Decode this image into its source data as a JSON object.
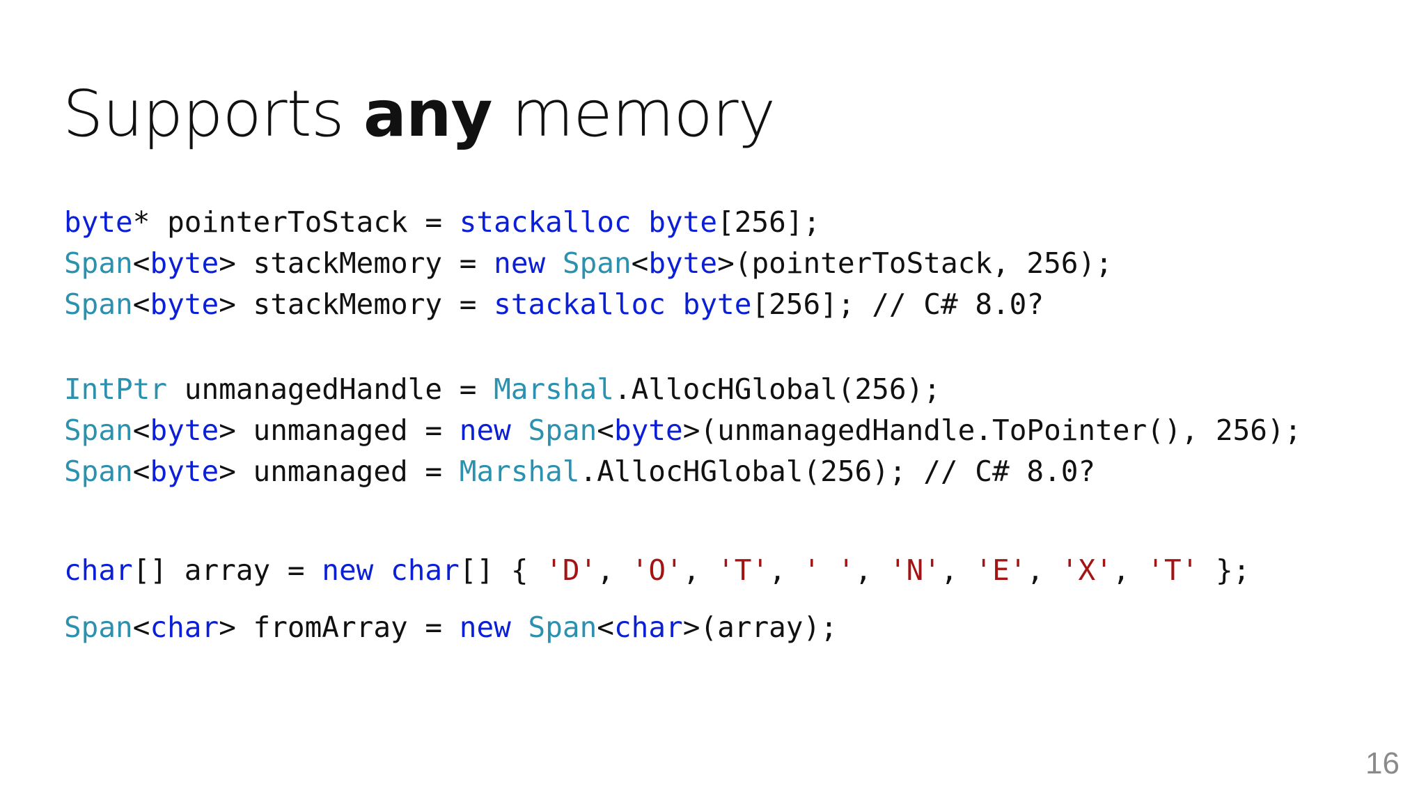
{
  "slide": {
    "title_pre": "Supports ",
    "title_bold": "any",
    "title_post": " memory",
    "page_number": "16"
  },
  "code_blocks": [
    {
      "lines": [
        [
          [
            "kw",
            "byte"
          ],
          [
            "pl",
            "* pointerToStack = "
          ],
          [
            "kw",
            "stackalloc"
          ],
          [
            "pl",
            " "
          ],
          [
            "kw",
            "byte"
          ],
          [
            "pl",
            "[256];"
          ]
        ],
        [
          [
            "ty",
            "Span"
          ],
          [
            "pl",
            "<"
          ],
          [
            "kw",
            "byte"
          ],
          [
            "pl",
            "> stackMemory = "
          ],
          [
            "kw",
            "new"
          ],
          [
            "pl",
            " "
          ],
          [
            "ty",
            "Span"
          ],
          [
            "pl",
            "<"
          ],
          [
            "kw",
            "byte"
          ],
          [
            "pl",
            ">(pointerToStack, 256);"
          ]
        ],
        [
          [
            "ty",
            "Span"
          ],
          [
            "pl",
            "<"
          ],
          [
            "kw",
            "byte"
          ],
          [
            "pl",
            "> stackMemory = "
          ],
          [
            "kw",
            "stackalloc"
          ],
          [
            "pl",
            " "
          ],
          [
            "kw",
            "byte"
          ],
          [
            "pl",
            "[256]; // C# 8.0?"
          ]
        ]
      ]
    },
    {
      "lines": [
        [
          [
            "ty",
            "IntPtr"
          ],
          [
            "pl",
            " unmanagedHandle = "
          ],
          [
            "ty",
            "Marshal"
          ],
          [
            "pl",
            ".AllocHGlobal(256);"
          ]
        ],
        [
          [
            "ty",
            "Span"
          ],
          [
            "pl",
            "<"
          ],
          [
            "kw",
            "byte"
          ],
          [
            "pl",
            "> unmanaged = "
          ],
          [
            "kw",
            "new"
          ],
          [
            "pl",
            " "
          ],
          [
            "ty",
            "Span"
          ],
          [
            "pl",
            "<"
          ],
          [
            "kw",
            "byte"
          ],
          [
            "pl",
            ">(unmanagedHandle.ToPointer(), 256);"
          ]
        ],
        [
          [
            "ty",
            "Span"
          ],
          [
            "pl",
            "<"
          ],
          [
            "kw",
            "byte"
          ],
          [
            "pl",
            "> unmanaged = "
          ],
          [
            "ty",
            "Marshal"
          ],
          [
            "pl",
            ".AllocHGlobal(256); // C# 8.0?"
          ]
        ]
      ]
    },
    {
      "lines": [
        [
          [
            "kw",
            "char"
          ],
          [
            "pl",
            "[] array = "
          ],
          [
            "kw",
            "new"
          ],
          [
            "pl",
            " "
          ],
          [
            "kw",
            "char"
          ],
          [
            "pl",
            "[] { "
          ],
          [
            "st",
            "'D'"
          ],
          [
            "pl",
            ", "
          ],
          [
            "st",
            "'O'"
          ],
          [
            "pl",
            ", "
          ],
          [
            "st",
            "'T'"
          ],
          [
            "pl",
            ", "
          ],
          [
            "st",
            "' '"
          ],
          [
            "pl",
            ", "
          ],
          [
            "st",
            "'N'"
          ],
          [
            "pl",
            ", "
          ],
          [
            "st",
            "'E'"
          ],
          [
            "pl",
            ", "
          ],
          [
            "st",
            "'X'"
          ],
          [
            "pl",
            ", "
          ],
          [
            "st",
            "'T'"
          ],
          [
            "pl",
            " };"
          ]
        ]
      ]
    },
    {
      "lines": [
        [
          [
            "ty",
            "Span"
          ],
          [
            "pl",
            "<"
          ],
          [
            "kw",
            "char"
          ],
          [
            "pl",
            "> fromArray = "
          ],
          [
            "kw",
            "new"
          ],
          [
            "pl",
            " "
          ],
          [
            "ty",
            "Span"
          ],
          [
            "pl",
            "<"
          ],
          [
            "kw",
            "char"
          ],
          [
            "pl",
            ">(array);"
          ]
        ]
      ]
    }
  ],
  "colors": {
    "keyword": "#0a1fd6",
    "type": "#2b91af",
    "string": "#a31515",
    "text": "#111111",
    "page_number": "#8a8a8a",
    "background": "#ffffff"
  }
}
